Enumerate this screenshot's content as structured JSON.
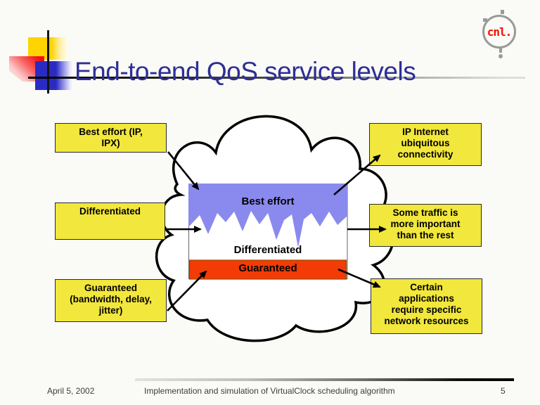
{
  "slide": {
    "title": "End-to-end QoS service levels"
  },
  "logo": {
    "text": "cnl."
  },
  "cloud": {
    "layers": [
      {
        "label": "Best effort",
        "fill": "#8A8AEE"
      },
      {
        "label": "Differentiated",
        "fill": "#FFFFFF"
      },
      {
        "label": "Guaranteed",
        "fill": "#F33B05"
      }
    ]
  },
  "left_boxes": [
    {
      "label": "Best effort (IP,\nIPX)"
    },
    {
      "label": "Differentiated"
    },
    {
      "label": "Guaranteed\n(bandwidth, delay,\njitter)"
    }
  ],
  "right_boxes": [
    {
      "label": "IP Internet\nubiquitous\nconnectivity"
    },
    {
      "label": "Some traffic is\nmore important\nthan the rest"
    },
    {
      "label": "Certain\napplications\nrequire specific\nnetwork resources"
    }
  ],
  "footer": {
    "date": "April 5, 2002",
    "text": "Implementation and simulation of VirtualClock scheduling algorithm",
    "page_number": "5"
  },
  "colors": {
    "box_fill": "#F2E73C",
    "best_effort_purple": "#8A8AEE",
    "guaranteed_orange": "#F33B05",
    "title_blue": "#2E2E96",
    "logo_red": "#EE1100"
  }
}
